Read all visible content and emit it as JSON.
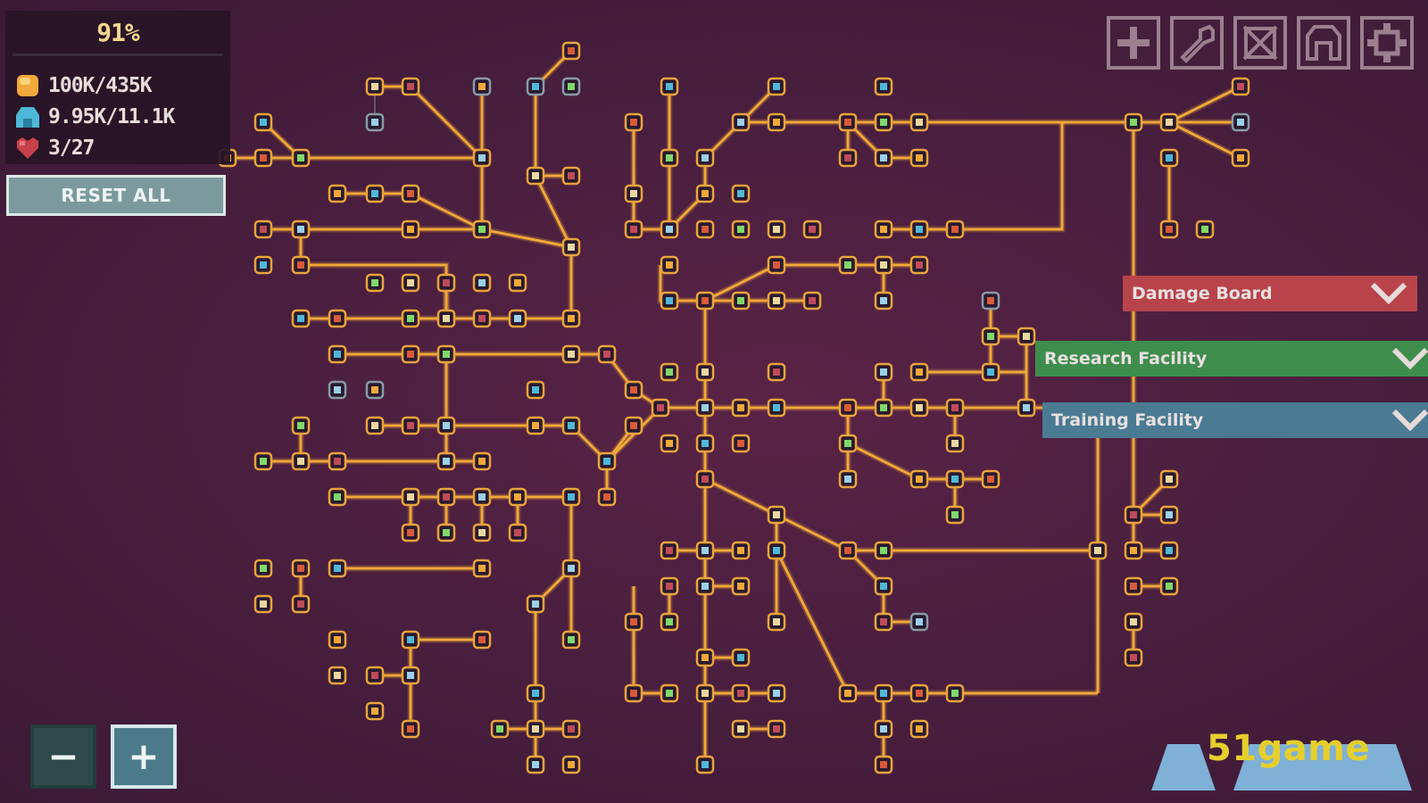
{
  "stats": {
    "completion": "91%",
    "gold": "100K/435K",
    "gems": "9.95K/11.1K",
    "hearts": "3/27"
  },
  "buttons": {
    "reset": "RESET ALL",
    "zoom_out": "−",
    "zoom_in": "+"
  },
  "toolbar": [
    "plus-icon",
    "wrench-icon",
    "crosshair-icon",
    "building-icon",
    "gear-icon"
  ],
  "facilities": [
    {
      "label": "Damage Board",
      "color": "#b8434b"
    },
    {
      "label": "Research Facility",
      "color": "#3f8d4d"
    },
    {
      "label": "Training Facility",
      "color": "#4a7b93"
    }
  ],
  "watermark": "51game",
  "colors": {
    "line": "#f0a838",
    "node_border": "#e9a43c",
    "node_fill": "#2a1a30",
    "node_locked": "#8a9aa8",
    "stat_gold": "#f2a83a",
    "stat_gem": "#4fb8d8",
    "stat_heart": "#c8404a"
  }
}
